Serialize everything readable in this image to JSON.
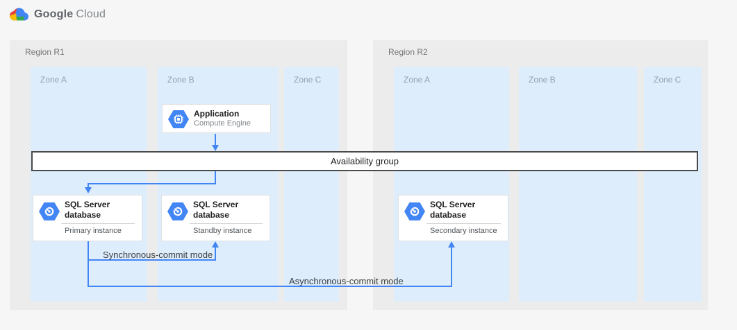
{
  "header": {
    "brand": {
      "word1": "Google",
      "word2": "Cloud"
    }
  },
  "regions": [
    {
      "label": "Region R1",
      "zones": [
        {
          "label": "Zone A"
        },
        {
          "label": "Zone B"
        },
        {
          "label": "Zone C"
        }
      ]
    },
    {
      "label": "Region R2",
      "zones": [
        {
          "label": "Zone A"
        },
        {
          "label": "Zone B"
        },
        {
          "label": "Zone C"
        }
      ]
    }
  ],
  "availability_group": {
    "label": "Availability group"
  },
  "cards": {
    "application": {
      "title": "Application",
      "subtitle": "Compute Engine",
      "icon": "compute-engine-hexagon-icon"
    },
    "primary": {
      "title": "SQL Server database",
      "subtitle": "Primary instance",
      "icon": "sql-server-hexagon-icon"
    },
    "standby": {
      "title": "SQL Server database",
      "subtitle": "Standby instance",
      "icon": "sql-server-hexagon-icon"
    },
    "secondary": {
      "title": "SQL Server database",
      "subtitle": "Secondary instance",
      "icon": "sql-server-hexagon-icon"
    }
  },
  "edges": {
    "sync_label": "Synchronous-commit mode",
    "async_label": "Asynchronous-commit mode"
  },
  "colors": {
    "connector_blue": "#4285f4",
    "hexagon_blue": "#4285f4",
    "zone_background": "#ddedfc",
    "region_background": "#ececec",
    "page_background": "#f6f6f6",
    "bar_border": "#4a4a4a",
    "logo_red": "#ea4335",
    "logo_yellow": "#fbbc05",
    "logo_green": "#34a853",
    "logo_blue": "#4285f4"
  }
}
